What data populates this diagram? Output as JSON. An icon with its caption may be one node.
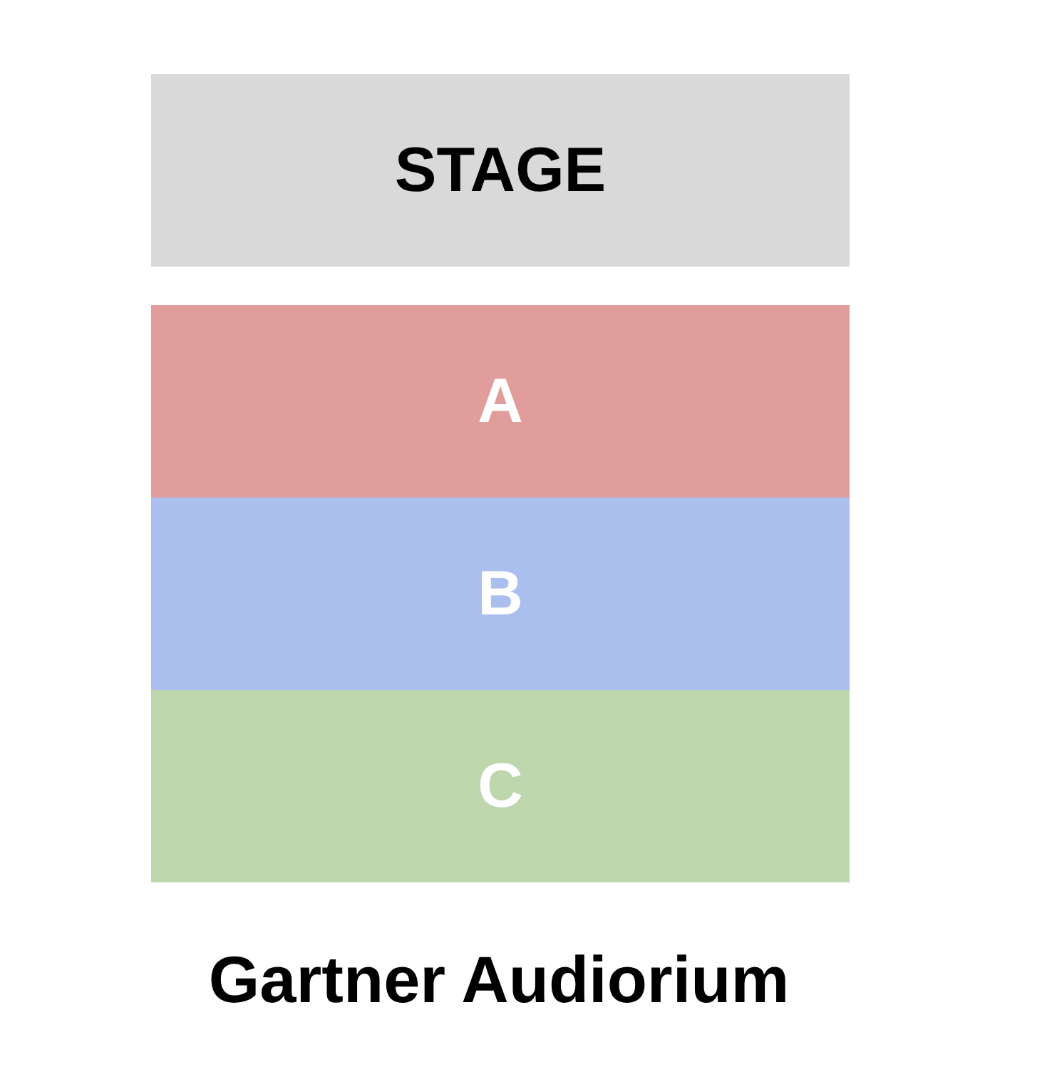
{
  "diagram": {
    "title": "Gartner Audiorium",
    "nodes": [
      {
        "text": [
          "STAGE"
        ]
      },
      {
        "text": [
          "A"
        ]
      },
      {
        "text": [
          "B"
        ]
      },
      {
        "text": [
          "C"
        ]
      }
    ]
  }
}
